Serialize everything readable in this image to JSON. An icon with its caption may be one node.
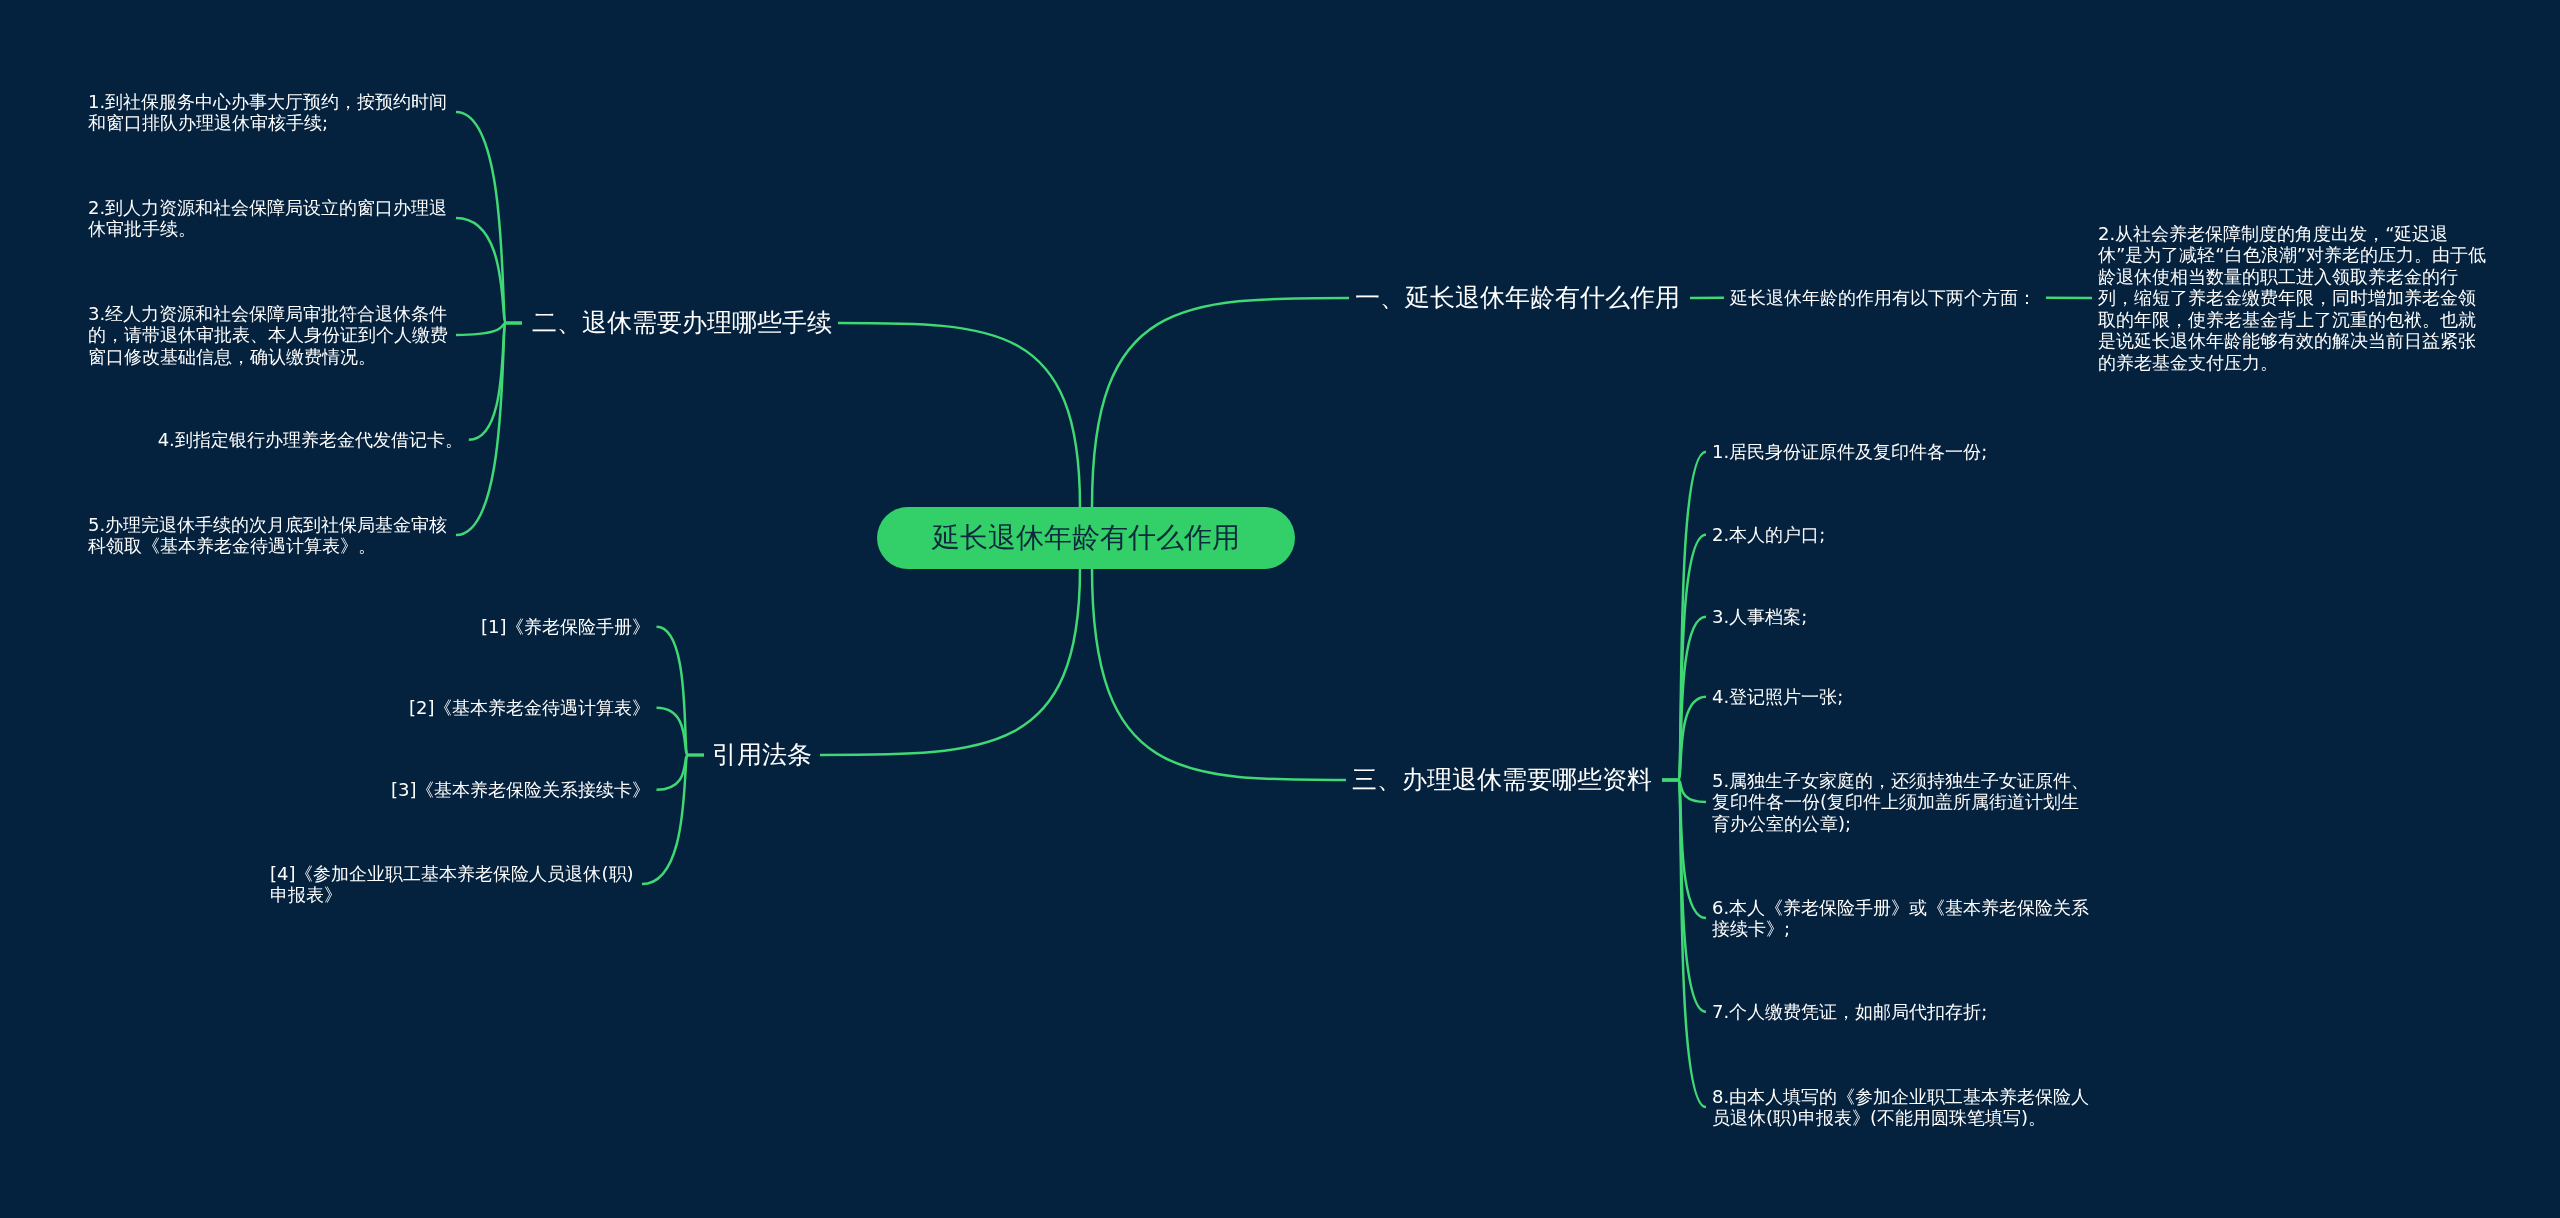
{
  "diagram": {
    "nodes": [
      {
        "text": [
          "延长退休年龄有什么作用"
        ]
      },
      {
        "text": [
          "一、延长退休年龄有什么作用"
        ]
      },
      {
        "text": [
          "延长退休年龄的作用有以下两个方面："
        ]
      },
      {
        "text": [
          "2.从社会养老保障制度的角度出发，“延迟退休”是为了减轻“白色浪潮”对养老的压力。由于低龄退休使相当数量的职工进入领取养老金的行列，缩短了养老金缴费年限，同时增加养老金领取的年限，使养老基金背上了沉重的包袱。也就是说延长退休年龄能够有效的解决当前日益紧张的养老基金支付压力。"
        ]
      },
      {
        "text": [
          "二、退休需要办理哪些手续"
        ]
      },
      {
        "text": [
          "1.到社保服务中心办事大厅预约，按预约时间和窗口排队办理退休审核手续;"
        ]
      },
      {
        "text": [
          "2.到人力资源和社会保障局设立的窗口办理退休审批手续。"
        ]
      },
      {
        "text": [
          "3.经人力资源和社会保障局审批符合退休条件的，请带退休审批表、本人身份证到个人缴费窗口修改基础信息，确认缴费情况。"
        ]
      },
      {
        "text": [
          "4.到指定银行办理养老金代发借记卡。"
        ]
      },
      {
        "text": [
          "5.办理完退休手续的次月底到社保局基金审核科领取《基本养老金待遇计算表》。"
        ]
      },
      {
        "text": [
          "三、办理退休需要哪些资料"
        ]
      },
      {
        "text": [
          "1.居民身份证原件及复印件各一份;"
        ]
      },
      {
        "text": [
          "2.本人的户口;"
        ]
      },
      {
        "text": [
          "3.人事档案;"
        ]
      },
      {
        "text": [
          "4.登记照片一张;"
        ]
      },
      {
        "text": [
          "5.属独生子女家庭的，还须持独生子女证原件、复印件各一份(复印件上须加盖所属街道计划生育办公室的公章);"
        ]
      },
      {
        "text": [
          "6.本人《养老保险手册》或《基本养老保险关系接续卡》;"
        ]
      },
      {
        "text": [
          "7.个人缴费凭证，如邮局代扣存折;"
        ]
      },
      {
        "text": [
          "8.由本人填写的《参加企业职工基本养老保险人员退休(职)申报表》(不能用圆珠笔填写)。"
        ]
      },
      {
        "text": [
          "引用法条"
        ]
      },
      {
        "text": [
          "[1]《养老保险手册》"
        ]
      },
      {
        "text": [
          "[2]《基本养老金待遇计算表》"
        ]
      },
      {
        "text": [
          "[3]《基本养老保险关系接续卡》"
        ]
      },
      {
        "text": [
          "[4]《参加企业职工基本养老保险人员退休(职)申报表》"
        ]
      }
    ],
    "edges": [
      {
        "from": 0,
        "to": 1,
        "arrow": "none"
      },
      {
        "from": 1,
        "to": 2,
        "arrow": "none"
      },
      {
        "from": 2,
        "to": 3,
        "arrow": "none"
      },
      {
        "from": 0,
        "to": 4,
        "arrow": "none"
      },
      {
        "from": 4,
        "to": 5,
        "arrow": "none"
      },
      {
        "from": 4,
        "to": 6,
        "arrow": "none"
      },
      {
        "from": 4,
        "to": 7,
        "arrow": "none"
      },
      {
        "from": 4,
        "to": 8,
        "arrow": "none"
      },
      {
        "from": 4,
        "to": 9,
        "arrow": "none"
      },
      {
        "from": 0,
        "to": 10,
        "arrow": "none"
      },
      {
        "from": 10,
        "to": 11,
        "arrow": "none"
      },
      {
        "from": 10,
        "to": 12,
        "arrow": "none"
      },
      {
        "from": 10,
        "to": 13,
        "arrow": "none"
      },
      {
        "from": 10,
        "to": 14,
        "arrow": "none"
      },
      {
        "from": 10,
        "to": 15,
        "arrow": "none"
      },
      {
        "from": 10,
        "to": 16,
        "arrow": "none"
      },
      {
        "from": 10,
        "to": 17,
        "arrow": "none"
      },
      {
        "from": 10,
        "to": 18,
        "arrow": "none"
      },
      {
        "from": 0,
        "to": 19,
        "arrow": "none"
      },
      {
        "from": 19,
        "to": 20,
        "arrow": "none"
      },
      {
        "from": 19,
        "to": 21,
        "arrow": "none"
      },
      {
        "from": 19,
        "to": 22,
        "arrow": "none"
      },
      {
        "from": 19,
        "to": 23,
        "arrow": "none"
      }
    ]
  }
}
